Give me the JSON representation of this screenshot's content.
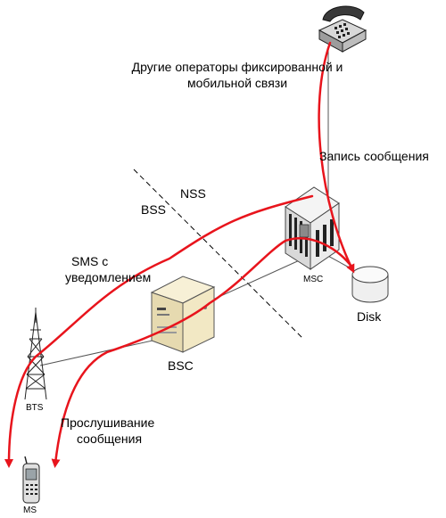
{
  "labels": {
    "other_operators_line1": "Другие операторы фиксированной и",
    "other_operators_line2": "мобильной связи",
    "record_message": "Запись сообщения",
    "nss": "NSS",
    "bss": "BSS",
    "sms_line1": "SMS с",
    "sms_line2": "уведомлением",
    "msc": "MSC",
    "disk": "Disk",
    "bsc": "BSC",
    "bts": "BTS",
    "listen_line1": "Прослушивание",
    "listen_line2": "сообщения",
    "ms": "MS"
  },
  "colors": {
    "flow_line": "#e8141c",
    "link_line": "#555555",
    "boundary": "#000000",
    "server_body": "#efe5c2",
    "msc_body": "#e8e8e8",
    "disk_body": "#f2f2f2"
  },
  "icons": {
    "telephone": "telephone-icon",
    "msc": "switch-server-icon",
    "bsc": "server-icon",
    "bts": "antenna-tower-icon",
    "disk": "disk-storage-icon",
    "ms": "mobile-phone-icon"
  }
}
